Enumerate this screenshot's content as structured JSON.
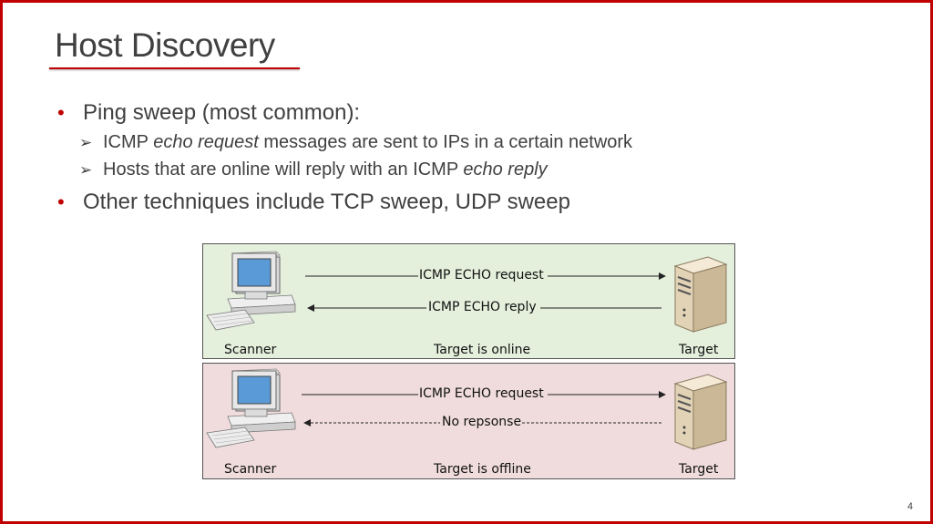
{
  "slide": {
    "title": "Host Discovery",
    "bullets": [
      {
        "text": "Ping sweep (most common):",
        "subs": [
          {
            "pre": "ICMP ",
            "em": "echo request",
            "post": " messages are sent to IPs in a certain network"
          },
          {
            "pre": "Hosts that are online will reply with an ICMP ",
            "em": "echo reply",
            "post": ""
          }
        ]
      },
      {
        "text": "Other techniques include TCP sweep, UDP sweep"
      }
    ],
    "page_number": "4"
  },
  "diagram": {
    "online": {
      "request_label": "ICMP ECHO request",
      "reply_label": "ICMP ECHO reply",
      "scanner_label": "Scanner",
      "status_label": "Target is online",
      "target_label": "Target",
      "background": "#e4efdc"
    },
    "offline": {
      "request_label": "ICMP ECHO request",
      "reply_label": "No repsonse",
      "scanner_label": "Scanner",
      "status_label": "Target is offline",
      "target_label": "Target",
      "background": "#f0dcdc"
    }
  },
  "colors": {
    "accent": "#c00000",
    "text": "#404040"
  },
  "icons": {
    "bullet": "round-bullet-icon",
    "sub_bullet": "arrowhead-bullet-icon",
    "scanner": "computer-icon",
    "target": "server-icon"
  }
}
